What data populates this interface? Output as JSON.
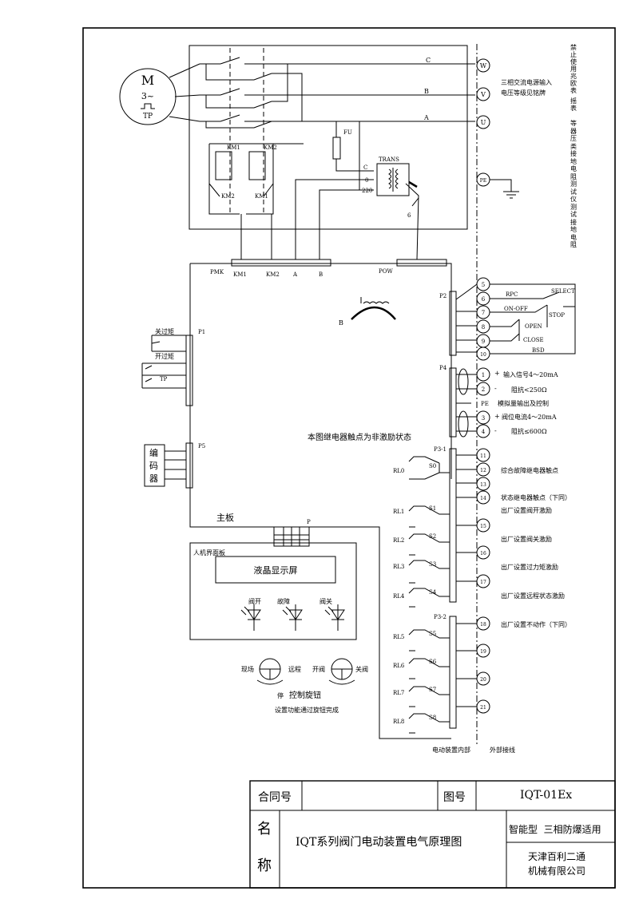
{
  "motor": {
    "letter": "M",
    "phase": "3~",
    "tp": "TP"
  },
  "phases": {
    "c": "C",
    "b": "B",
    "a": "A"
  },
  "terminals": {
    "w": "W",
    "v": "V",
    "u": "U",
    "pe": "PE",
    "t5": "5",
    "t6": "6",
    "t7": "7",
    "t8": "8",
    "t9": "9",
    "t10": "10",
    "t1": "1",
    "t2": "2",
    "t3": "3",
    "t4": "4",
    "t11": "11",
    "t12": "12",
    "t13": "13",
    "t14": "14",
    "t15": "15",
    "t16": "16",
    "t17": "17",
    "t18": "18",
    "t19": "19",
    "t20": "20",
    "t21": "21"
  },
  "power_note": {
    "line1": "三相交流电源输入",
    "line2": "电压等级见铭牌"
  },
  "vertical_note": {
    "col1": "禁止使用兆欧表",
    "col2": "摇表",
    "col3": "等器压类接地电阻测试仪测试接地电阻"
  },
  "labels": {
    "km1": "KM1",
    "km2": "KM2",
    "fu": "FU",
    "trans": "TRANS",
    "c_tap": "C",
    "zero": "0",
    "v220": "220",
    "six": "6",
    "pmk": "PMK",
    "km1b": "KM1",
    "km2b": "KM2",
    "a_b": "A",
    "b_b": "B",
    "pow": "POW",
    "brake": "B",
    "p1": "P1",
    "p5": "P5",
    "p2": "P2",
    "p4": "P4",
    "p31": "P3-1",
    "p32": "P3-2",
    "p": "P",
    "close_torque": "关过矩",
    "open_torque": "开过矩",
    "tp_sw": "TP",
    "encoder_1": "编",
    "encoder_2": "码",
    "encoder_3": "器",
    "main_board": "主板",
    "hmi": "人机界面板",
    "lcd": "液晶显示屏",
    "led_open": "阀开",
    "led_fault": "故障",
    "led_close": "阀关",
    "knob_local": "现场",
    "knob_remote": "远程",
    "knob_stop": "停",
    "knob_open": "开阀",
    "knob_close": "关阀",
    "knob_title": "控制旋钮",
    "knob_note": "设置功能通过旋钮完成",
    "relay_note": "本图继电器触点为非激励状态",
    "rpc": "RPC",
    "select": "SELECT",
    "onoff": "ON-OFF",
    "stop": "STOP",
    "open": "OPEN",
    "close": "CLOSE",
    "bsd": "BSD",
    "plus1": "+",
    "minus1": "-",
    "plus2": "+",
    "minus2": "-",
    "in_signal": "输入信号4～20mA",
    "in_imp": "阻抗<250Ω",
    "pe_mid": "PE",
    "analog_out": "模拟量输出及控制",
    "pos_current": "阀位电流4～20mA",
    "out_imp": "阻抗≤600Ω",
    "rl0": "RL0",
    "rl1": "RL1",
    "rl2": "RL2",
    "rl3": "RL3",
    "rl4": "RL4",
    "rl5": "RL5",
    "rl6": "RL6",
    "rl7": "RL7",
    "rl8": "RL8",
    "s0": "S0",
    "s1": "S1",
    "s2": "S2",
    "s3": "S3",
    "s4": "S4",
    "s5": "S5",
    "s6": "S6",
    "s7": "S7",
    "s8": "S8",
    "fault_relay": "综合故障继电器触点",
    "status_relay": "状态继电器触点（下同）",
    "f_open": "出厂设置阀开激励",
    "f_close": "出厂设置阀关激励",
    "f_torque": "出厂设置过力矩激励",
    "f_remote": "出厂设置远程状态激励",
    "f_none": "出厂设置不动作（下同）",
    "inside": "电动装置内部",
    "outside": "外部接线"
  },
  "title_block": {
    "contract_label": "合同号",
    "contract_value": "",
    "drawing_no_label": "图号",
    "drawing_no": "IQT-01Ex",
    "name_1": "名",
    "name_2": "称",
    "title": "IQT系列阀门电动装置电气原理图",
    "type": "智能型  三相防爆适用",
    "company_1": "天津百利二通",
    "company_2": "机械有限公司"
  }
}
